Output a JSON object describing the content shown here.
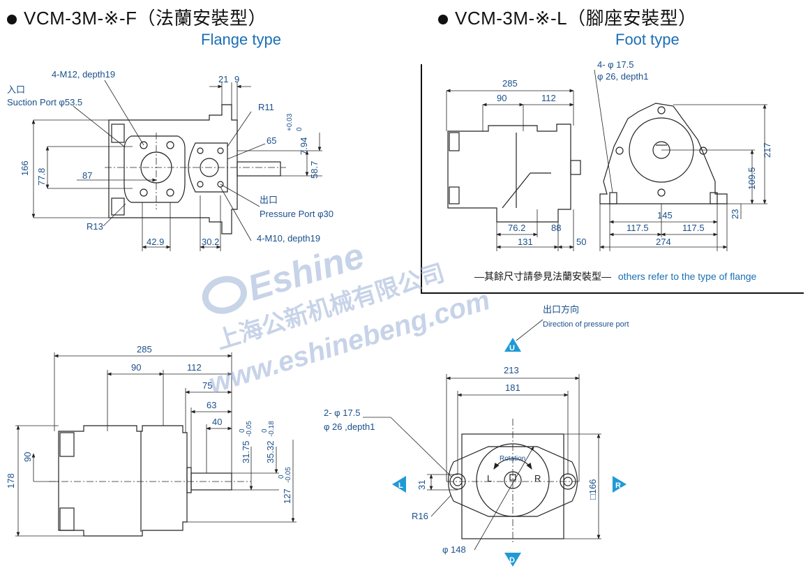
{
  "flange": {
    "title": "VCM-3M-※-F（法蘭安裝型）",
    "subtitle": "Flange type",
    "labels": {
      "bolt": "4-M12, depth19",
      "inlet_cn": "入口",
      "suction": "Suction Port  φ53.5",
      "d21": "21",
      "d9": "9",
      "r11": "R11",
      "tol003": "+0.03",
      "tol0": "0",
      "d794": "7.94",
      "d65": "65",
      "d587": "58.7",
      "d166": "166",
      "d778": "77.8",
      "d87": "87",
      "outlet_cn": "出口",
      "pressure": "Pressure Port φ30",
      "r13": "R13",
      "m10": "4-M10, depth19",
      "d429": "42.9",
      "d302": "30.2"
    }
  },
  "foot": {
    "title": "VCM-3M-※-L（腳座安裝型）",
    "subtitle": "Foot type",
    "labels": {
      "holes": "4- φ 17.5",
      "depth": "φ 26, depth1",
      "d285": "285",
      "d90": "90",
      "d112": "112",
      "d217": "217",
      "d1095": "109.5",
      "d23": "23",
      "d145": "145",
      "d1175a": "117.5",
      "d1175b": "117.5",
      "d274": "274",
      "d762": "76.2",
      "d88": "88",
      "d131": "131",
      "d50": "50"
    },
    "note_cn": "—其餘尺寸請參見法蘭安裝型—",
    "note_en": "others refer to the type of flange"
  },
  "side": {
    "labels": {
      "d285": "285",
      "d90": "90",
      "d112": "112",
      "d75": "75",
      "d63": "63",
      "d40": "40",
      "d178": "178",
      "d90v": "90",
      "d3175": "31.75",
      "t3175a": "0",
      "t3175b": "-0.05",
      "d3532": "35.32",
      "t3532a": "0",
      "t3532b": "-0.18",
      "d127": "127",
      "t127a": "0",
      "t127b": "-0.05"
    }
  },
  "front": {
    "labels": {
      "outlet_cn": "出口方向",
      "direction": "Direction of pressure port",
      "u": "U",
      "d": "D",
      "l": "L",
      "r": "R",
      "d213": "213",
      "d181": "181",
      "holes": "2- φ 17.5",
      "depth": "φ 26 ,depth1",
      "rotation": "Rotation",
      "rot_l": "L",
      "rot_r": "R",
      "d31": "31",
      "r16": "R16",
      "d166": "□166",
      "d148": "φ 148"
    }
  },
  "watermark": {
    "brand": "Eshine",
    "company": "上海公新机械有限公司",
    "url": "www.eshinebeng.com"
  },
  "colors": {
    "dimension": "#1a4f8a",
    "accent": "#1a6fb5",
    "line": "#222222",
    "arrow": "#1f9ad6"
  }
}
